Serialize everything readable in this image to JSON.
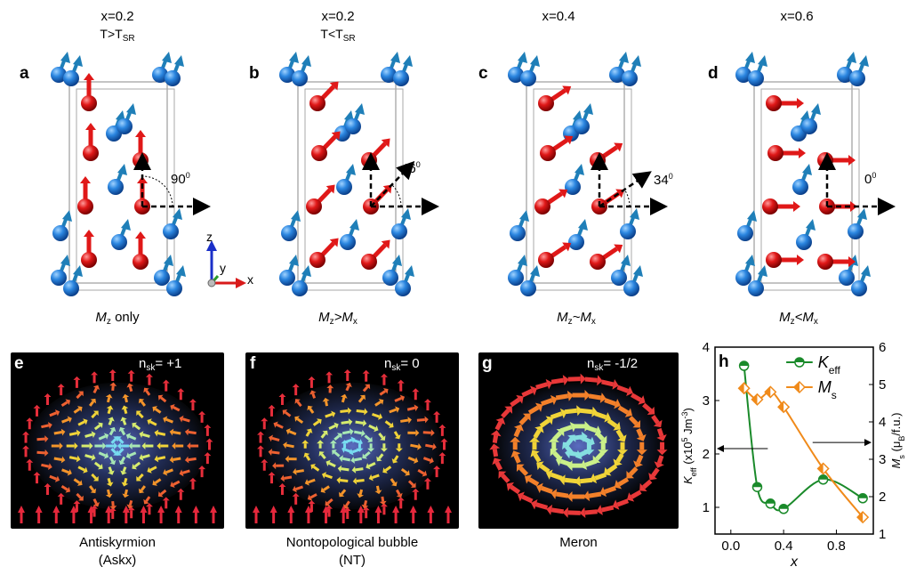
{
  "panels_top": [
    {
      "letter": "a",
      "x_label": "x=0.2",
      "temp_pre": "T>T",
      "temp_sub": "SR",
      "angle": "90",
      "angle_sup": "0",
      "cap_m": "M",
      "cap_sub": "z",
      "cap_rest": " only"
    },
    {
      "letter": "b",
      "x_label": "x=0.2",
      "temp_pre": "T<T",
      "temp_sub": "SR",
      "angle": "46",
      "angle_sup": "0",
      "cap_m": "M",
      "cap_sub": "z",
      "cap_rest": ">M",
      "cap_sub2": "x"
    },
    {
      "letter": "c",
      "x_label": "x=0.4",
      "angle": "34",
      "angle_sup": "0",
      "cap_m": "M",
      "cap_sub": "z",
      "cap_rest": "~M",
      "cap_sub2": "x"
    },
    {
      "letter": "d",
      "x_label": "x=0.6",
      "angle": "0",
      "angle_sup": "0",
      "cap_m": "M",
      "cap_sub": "z",
      "cap_rest": "<M",
      "cap_sub2": "x"
    }
  ],
  "axes_triad": {
    "z": "z",
    "y": "y",
    "x": "x"
  },
  "panels_bottom": [
    {
      "letter": "e",
      "nsk": "n",
      "nsk_sub": "sk",
      "nsk_val": "= +1",
      "caption1": "Antiskyrmion",
      "caption2": "(Askx)"
    },
    {
      "letter": "f",
      "nsk": "n",
      "nsk_sub": "sk",
      "nsk_val": "= 0",
      "caption1": "Nontopological bubble",
      "caption2": "(NT)"
    },
    {
      "letter": "g",
      "nsk": "n",
      "nsk_sub": "sk",
      "nsk_val": "= -1/2",
      "caption1": "Meron",
      "caption2": ""
    }
  ],
  "chart_data": {
    "type": "line",
    "panel_letter": "h",
    "x": [
      0.1,
      0.2,
      0.3,
      0.4,
      0.7,
      1.0
    ],
    "x_label": "x",
    "x_ticks": [
      "0.0",
      "0.4",
      "0.8"
    ],
    "xlim": [
      -0.12,
      1.08
    ],
    "series": [
      {
        "name": "K",
        "name_sub": "eff",
        "axis": "left",
        "values": [
          3.65,
          1.38,
          1.07,
          0.97,
          1.52,
          1.17
        ],
        "color": "#1a8a2a"
      },
      {
        "name": "M",
        "name_sub": "s",
        "axis": "right",
        "values": [
          4.9,
          4.6,
          4.8,
          4.4,
          2.75,
          1.45
        ],
        "color": "#f08a1a"
      }
    ],
    "left_axis": {
      "label_pre": "K",
      "label_sub": "eff",
      "label_rest": " (x10",
      "label_sup": "5",
      "label_end": " Jm",
      "label_sup2": "-3",
      "label_close": ")",
      "ylim": [
        0.5,
        4.0
      ],
      "ticks": [
        "1",
        "2",
        "3",
        "4"
      ]
    },
    "right_axis": {
      "label_pre": "M",
      "label_sub": "s",
      "label_rest": " (μ",
      "label_sub2": "B",
      "label_end": "/f.u.)",
      "ylim": [
        1,
        6
      ],
      "ticks": [
        "1",
        "2",
        "3",
        "4",
        "5",
        "6"
      ]
    }
  }
}
